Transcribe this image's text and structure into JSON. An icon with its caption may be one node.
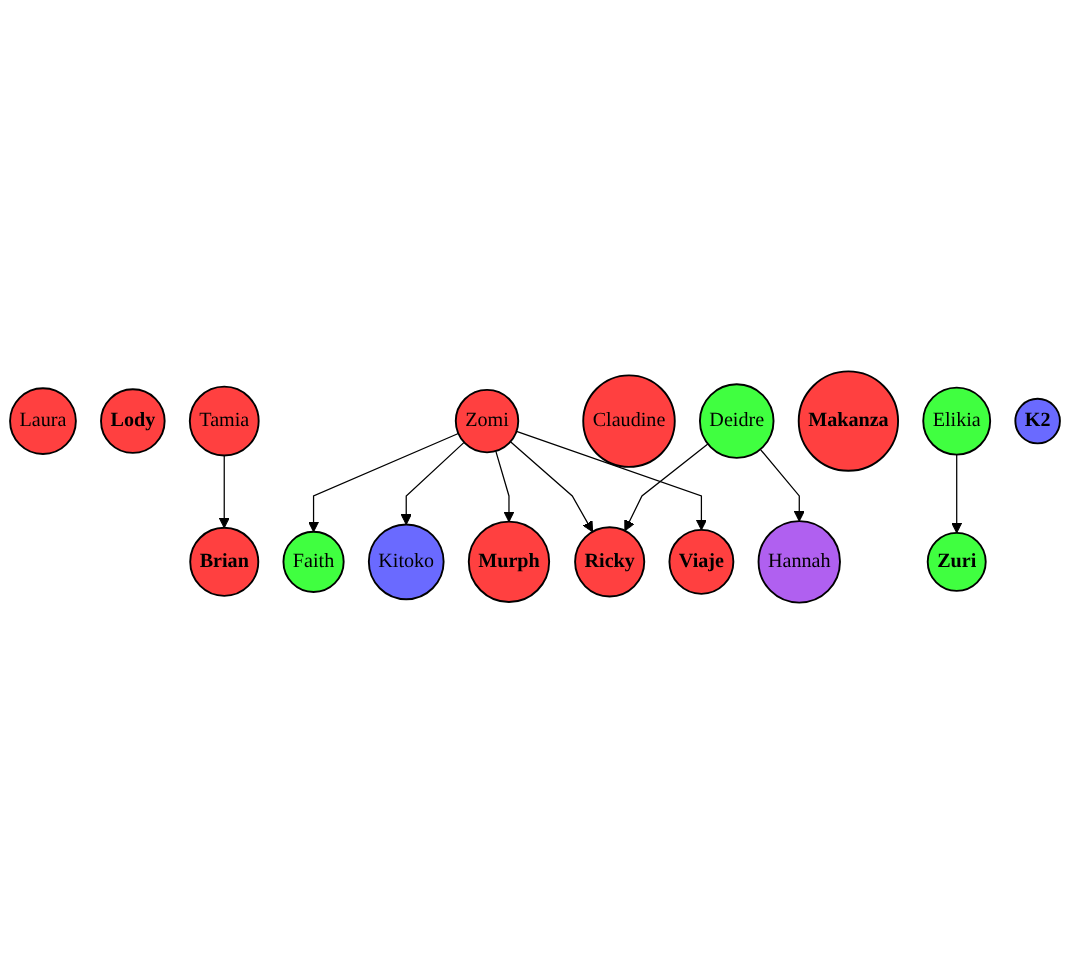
{
  "diagram": {
    "nodes": [
      {
        "text": [
          "Laura"
        ]
      },
      {
        "text": [
          "Lody"
        ]
      },
      {
        "text": [
          "Tamia"
        ]
      },
      {
        "text": [
          "Viaje"
        ]
      },
      {
        "text": [
          "Zomi"
        ]
      },
      {
        "text": [
          "Brian"
        ]
      },
      {
        "text": [
          "Claudine"
        ]
      },
      {
        "text": [
          "Murph"
        ]
      },
      {
        "text": [
          "Elikia"
        ]
      },
      {
        "text": [
          "Makanza"
        ]
      },
      {
        "text": [
          "Deidre"
        ]
      },
      {
        "text": [
          "Ricky"
        ]
      },
      {
        "text": [
          "Faith"
        ]
      },
      {
        "text": [
          "Zuri"
        ]
      },
      {
        "text": [
          "Hannah"
        ]
      },
      {
        "text": [
          "K2"
        ]
      },
      {
        "text": [
          "Kitoko"
        ]
      }
    ],
    "edges": [
      {
        "from": 4,
        "to": 3,
        "arrow": "to"
      },
      {
        "from": 2,
        "to": 5,
        "arrow": "to"
      },
      {
        "from": 4,
        "to": 7,
        "arrow": "to"
      },
      {
        "from": 4,
        "to": 11,
        "arrow": "to"
      },
      {
        "from": 4,
        "to": 16,
        "arrow": "to"
      },
      {
        "from": 4,
        "to": 12,
        "arrow": "to"
      },
      {
        "from": 8,
        "to": 13,
        "arrow": "to"
      },
      {
        "from": 10,
        "to": 11,
        "arrow": "to"
      },
      {
        "from": 10,
        "to": 14,
        "arrow": "to"
      }
    ]
  }
}
